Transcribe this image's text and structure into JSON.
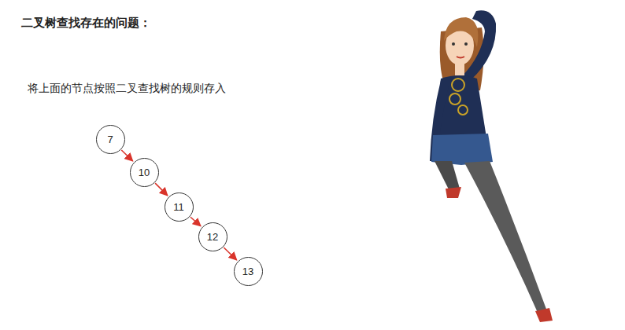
{
  "diagram": {
    "title": "二叉树查找存在的问题：",
    "nodes": [
      {
        "text": [
          "7"
        ]
      },
      {
        "text": [
          "10"
        ]
      },
      {
        "text": [
          "11"
        ]
      },
      {
        "text": [
          "12"
        ]
      },
      {
        "text": [
          "13"
        ]
      }
    ],
    "edges": [
      {
        "from": 0,
        "to": 1,
        "arrow": "to"
      },
      {
        "from": 1,
        "to": 2,
        "arrow": "to"
      },
      {
        "from": 2,
        "to": 3,
        "arrow": "to"
      },
      {
        "from": 3,
        "to": 4,
        "arrow": "to"
      }
    ],
    "labels": [
      "将上面的节点按照二叉查找树的规则存入"
    ]
  }
}
